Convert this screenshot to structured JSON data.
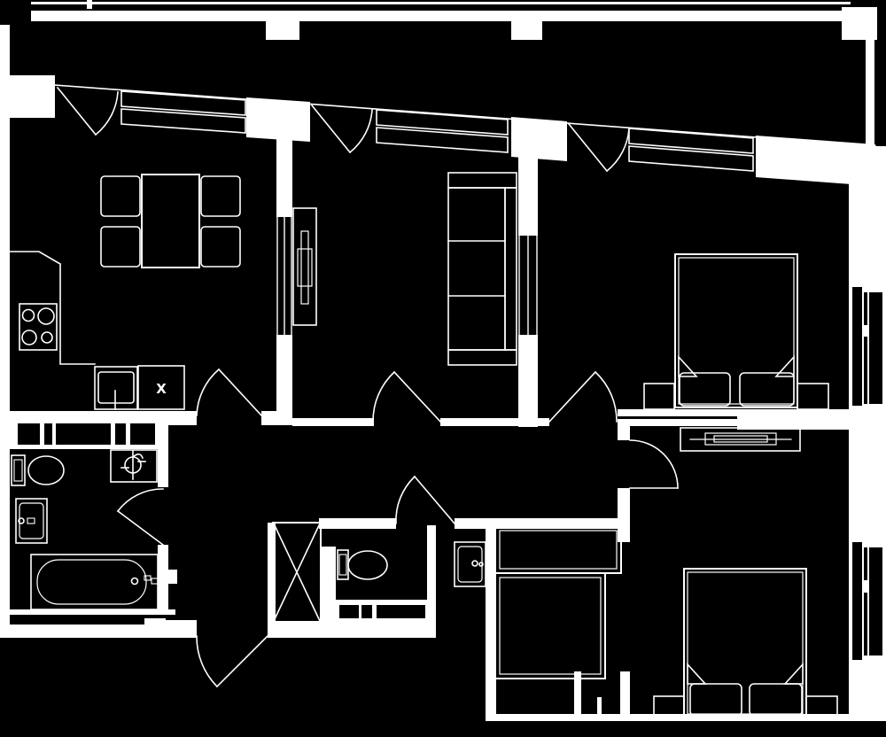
{
  "plan": {
    "kind": "apartment-floor-plan",
    "colors": {
      "background": "#000000",
      "line": "#ffffff"
    },
    "labels": {
      "washing_machine_marker": "X"
    },
    "icons": [
      {
        "name": "balcony-railing"
      },
      {
        "name": "balcony-door-swing"
      },
      {
        "name": "window-band"
      },
      {
        "name": "dining-table"
      },
      {
        "name": "dining-chair"
      },
      {
        "name": "hob-4-burner"
      },
      {
        "name": "kitchen-counter"
      },
      {
        "name": "kitchen-sink"
      },
      {
        "name": "washing-machine"
      },
      {
        "name": "sofa"
      },
      {
        "name": "radiator"
      },
      {
        "name": "double-bed"
      },
      {
        "name": "pillow"
      },
      {
        "name": "nightstand"
      },
      {
        "name": "wardrobe"
      },
      {
        "name": "bathtub"
      },
      {
        "name": "toilet"
      },
      {
        "name": "wash-basin"
      },
      {
        "name": "shower-tray"
      },
      {
        "name": "boiler-unit"
      },
      {
        "name": "door-swing"
      },
      {
        "name": "duct-cupboard"
      },
      {
        "name": "side-window"
      }
    ]
  }
}
